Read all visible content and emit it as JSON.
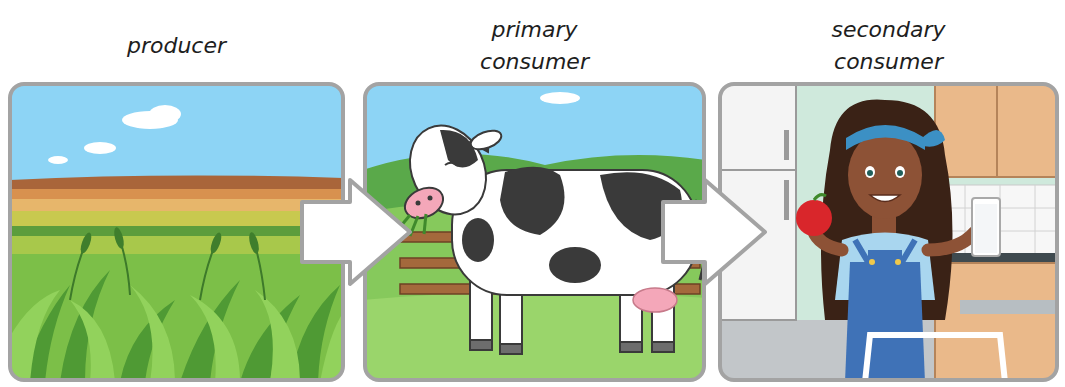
{
  "diagram": {
    "nodes": [
      {
        "text": [
          "producer"
        ]
      },
      {
        "text": [
          "primary consumer"
        ]
      },
      {
        "text": [
          "secondary consumer"
        ]
      }
    ],
    "edges": [
      {
        "from": 0,
        "to": 1,
        "arrow": "to"
      },
      {
        "from": 1,
        "to": 2,
        "arrow": "to"
      }
    ]
  }
}
